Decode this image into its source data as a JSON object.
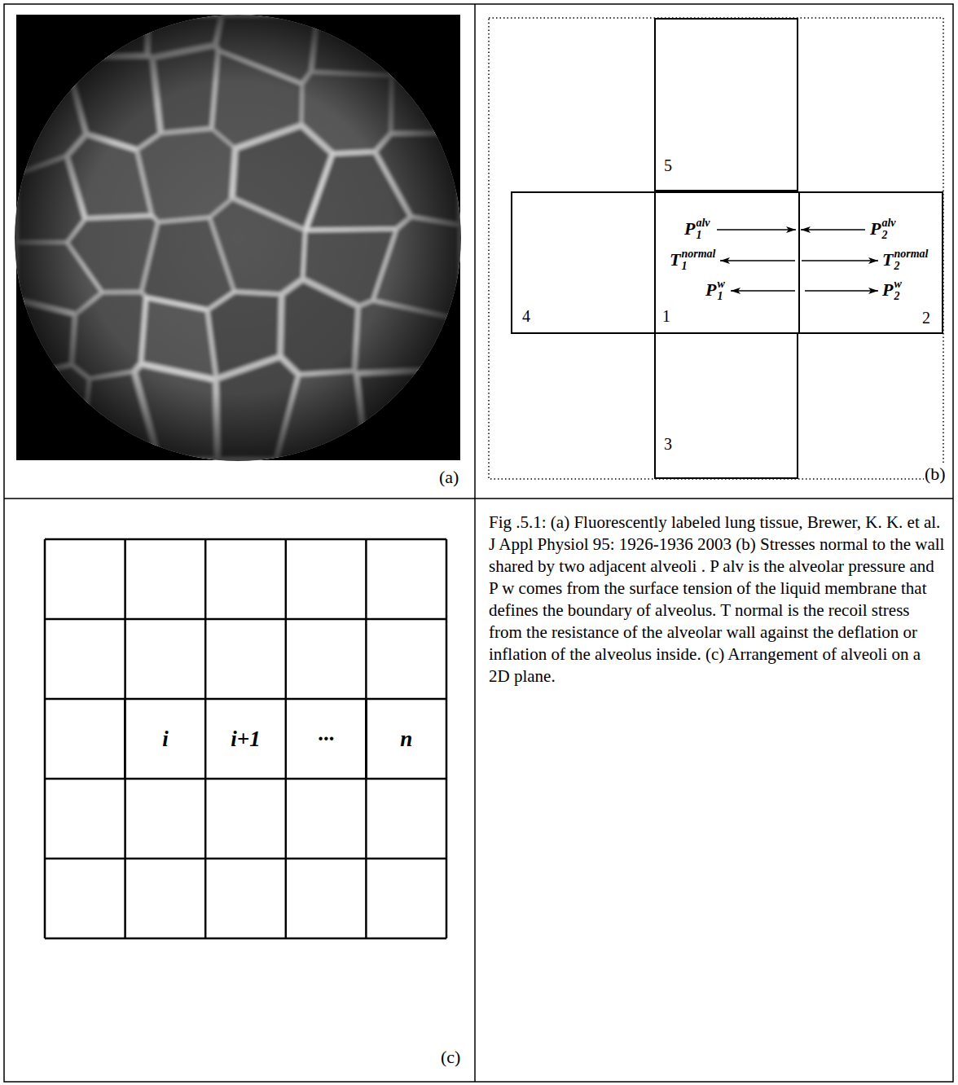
{
  "diagram": {
    "caption": "Fig .5.1: (a) Fluorescently labeled lung tissue, Brewer, K. K. et al. J Appl Physiol 95: 1926-1936 2003 (b) Stresses normal to the wall shared by two adjacent alveoli . P alv is the alveolar pressure and P w comes from the surface tension of the liquid membrane that defines the boundary of alveolus. T normal is the recoil stress from the resistance of the alveolar wall against the deflation or inflation of the alveolus inside. (c) Arrangement of alveoli on a 2D plane.",
    "nodes": [
      {
        "text": [
          "5"
        ]
      },
      {
        "text": [
          "4"
        ]
      },
      {
        "text": [
          "1"
        ]
      },
      {
        "text": [
          "2"
        ]
      },
      {
        "text": [
          "3"
        ]
      },
      {
        "text": [
          "i"
        ]
      },
      {
        "text": [
          "i+1"
        ]
      },
      {
        "text": [
          "···"
        ]
      },
      {
        "text": [
          "n"
        ]
      }
    ],
    "labels": [
      "(a)",
      "(b)",
      "P",
      "1",
      "alv",
      "P",
      "2",
      "alv",
      "T",
      "1",
      "normal",
      "T",
      "2",
      "normal",
      "P",
      "1",
      "w",
      "P",
      "2",
      "w",
      "(c)"
    ]
  }
}
